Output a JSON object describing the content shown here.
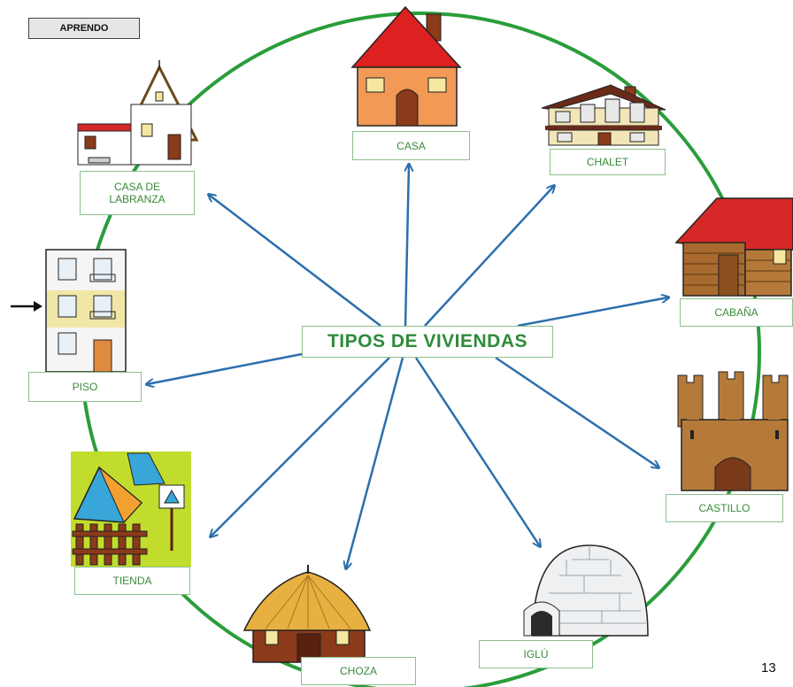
{
  "header": {
    "label": "APRENDO"
  },
  "center_title": "TIPOS DE VIVIENDAS",
  "dwellings": {
    "casa": "CASA",
    "chalet": "CHALET",
    "cabana": "CABAÑA",
    "castillo": "CASTILLO",
    "iglu": "IGLÚ",
    "choza": "CHOZA",
    "tienda": "TIENDA",
    "piso": "PISO",
    "casa_de_labranza_line1": "CASA DE",
    "casa_de_labranza_line2": "LABRANZA"
  },
  "page_number": "13",
  "colors": {
    "circle": "#2a9d3a",
    "arrows": "#2c6fad",
    "label_border": "#8cc08c",
    "label_text": "#3a8a3a"
  }
}
